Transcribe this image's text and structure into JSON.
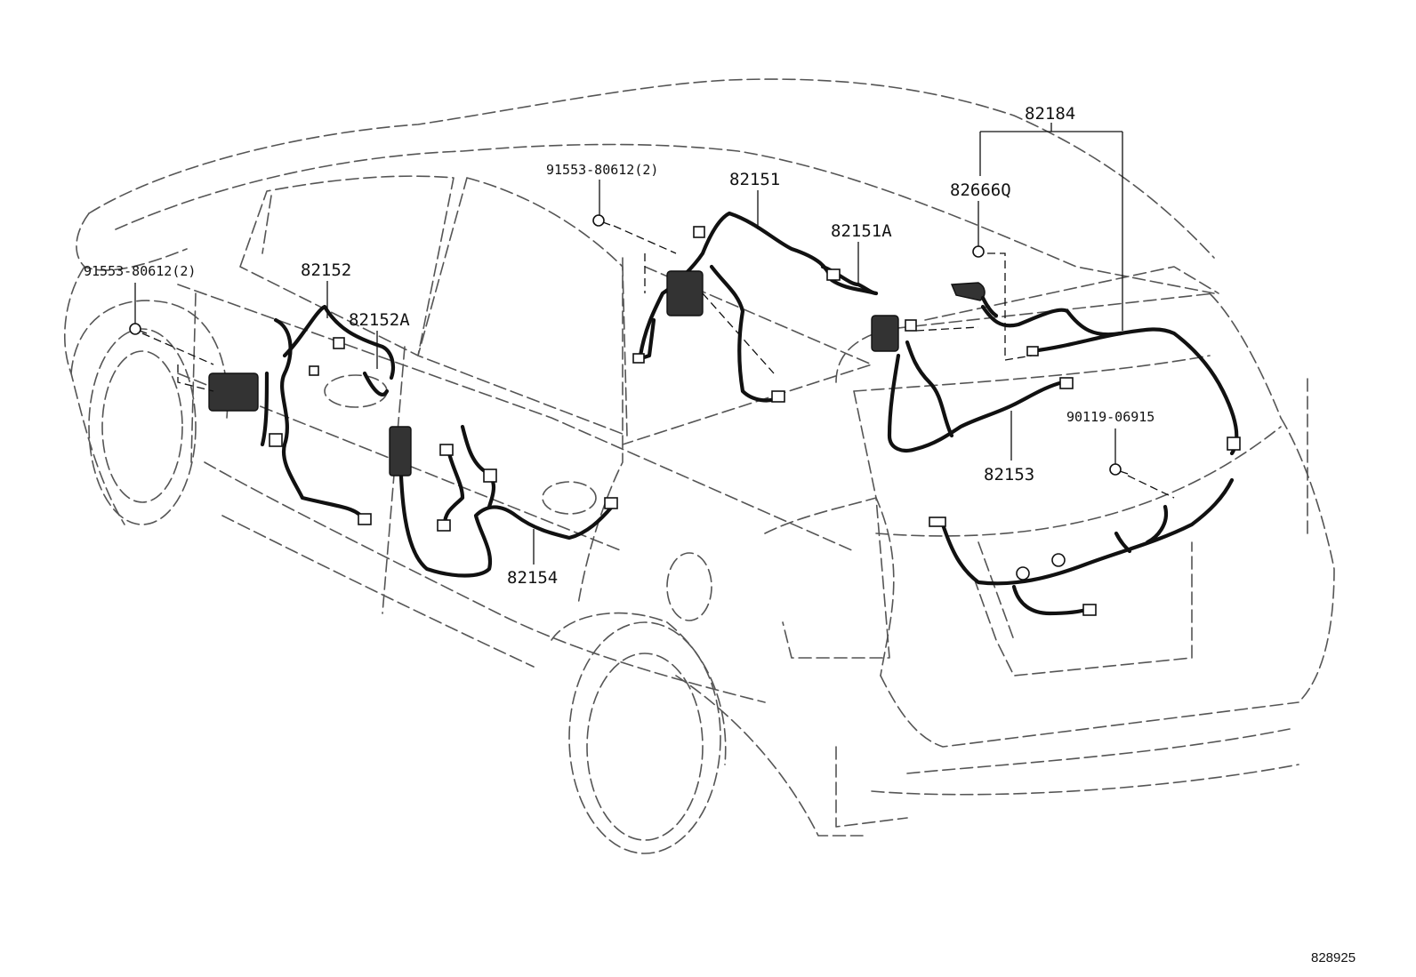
{
  "labels": {
    "bolt_left": "91553-80612(2)",
    "bolt_center": "91553-80612(2)",
    "part_82151": "82151",
    "part_82151A": "82151A",
    "part_82184": "82184",
    "part_82666Q": "82666Q",
    "part_82152": "82152",
    "part_82152A": "82152A",
    "part_82153": "82153",
    "screw_rear": "90119-06915",
    "part_82154": "82154"
  },
  "diagram_id": "828925"
}
